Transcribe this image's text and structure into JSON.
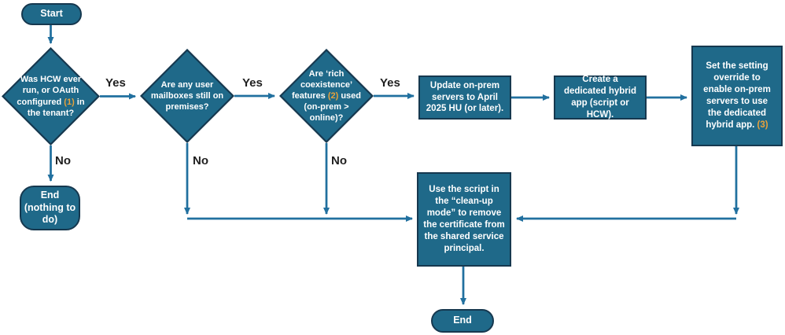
{
  "colors": {
    "node_fill": "#1F6989",
    "node_border": "#16384F",
    "arrow": "#21709F",
    "accent_orange": "#E9A23B",
    "edge_label_text": "#1F1F1F"
  },
  "nodes": {
    "start": {
      "label": "Start"
    },
    "q_hcw": {
      "text_before": "Was HCW ever run, or OAuth configured ",
      "accent": "(1)",
      "text_after": " in the tenant?"
    },
    "end_nothing": {
      "label": "End (nothing to do)"
    },
    "q_mailboxes": {
      "label": "Are any user mailboxes still on premises?"
    },
    "q_coexistence": {
      "text_before": "Are ‘rich coexistence’ features ",
      "accent": "(2)",
      "text_after": " used (on-prem > online)?"
    },
    "update_servers": {
      "label": "Update on-prem servers to April 2025 HU (or later)."
    },
    "create_app": {
      "label": "Create a dedicated hybrid app (script or HCW)."
    },
    "set_override": {
      "text_before": "Set the setting override to enable on-prem servers to use the dedicated hybrid app. ",
      "accent": "(3)"
    },
    "cleanup_script": {
      "label": "Use the script in the “clean-up mode” to remove the certificate from the shared service principal."
    },
    "end": {
      "label": "End"
    }
  },
  "edge_labels": {
    "yes1": "Yes",
    "yes2": "Yes",
    "yes3": "Yes",
    "no1": "No",
    "no2": "No",
    "no3": "No"
  }
}
